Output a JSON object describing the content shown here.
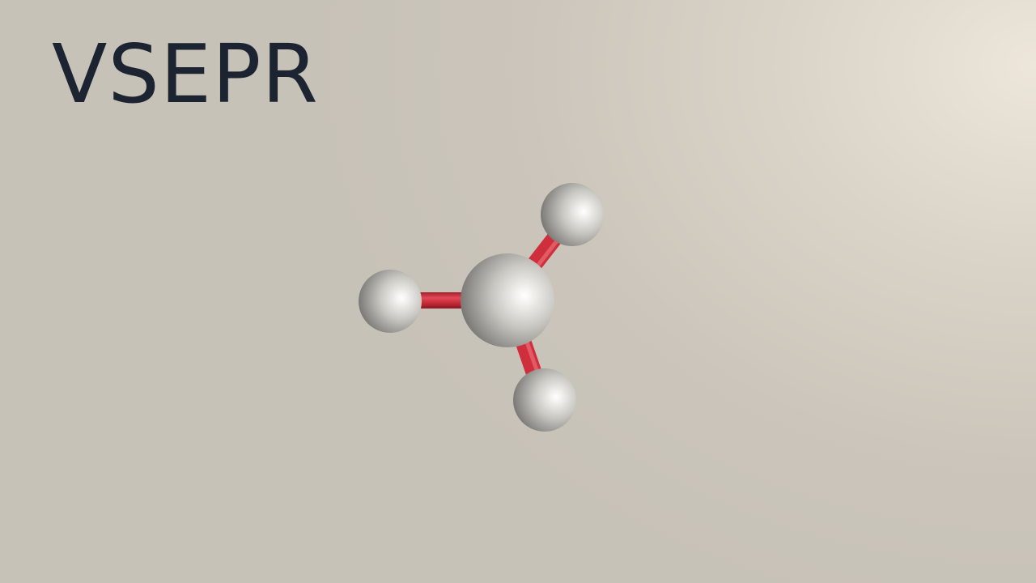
{
  "slide": {
    "title": "VSEPR"
  },
  "molecule": {
    "central_atom": "atom",
    "bonded_atoms": 3,
    "bond_color": "#cf2f3c",
    "atom_color": "#c9c7c2"
  },
  "colors": {
    "title_text": "#1c2331",
    "background": "#cbc5bb"
  }
}
